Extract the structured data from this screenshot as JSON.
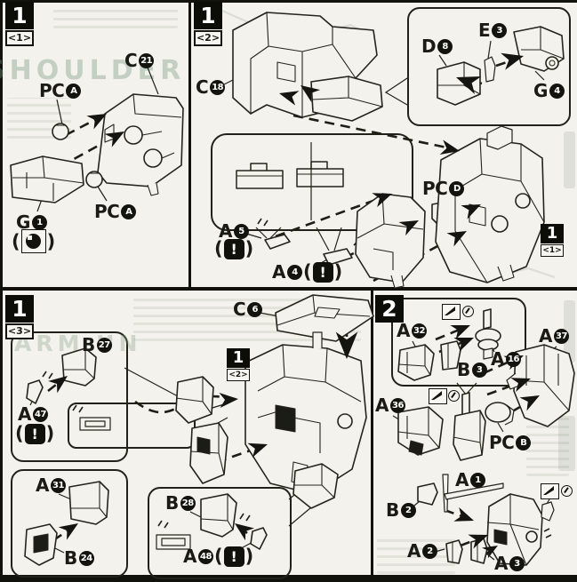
{
  "doc": {
    "type": "model-kit assembly instructions"
  },
  "icons": {
    "warning": "!",
    "cutter": "hobby-knife",
    "gate_mark": "circled-mark",
    "ball": "polycap-ball"
  },
  "panels": {
    "step1_1": {
      "header": {
        "num": "1",
        "sub": "<1>"
      },
      "labels": {
        "pca_top": {
          "letter": "PC",
          "num": "A"
        },
        "c21": {
          "letter": "C",
          "num": "21"
        },
        "pca_bottom": {
          "letter": "PC",
          "num": "A"
        },
        "g1": {
          "letter": "G",
          "num": "1"
        }
      }
    },
    "step1_2": {
      "header": {
        "num": "1",
        "sub": "<2>"
      },
      "ref": {
        "num": "1",
        "sub": "<1>"
      },
      "labels": {
        "c18": {
          "letter": "C",
          "num": "18"
        },
        "d8": {
          "letter": "D",
          "num": "8"
        },
        "e3": {
          "letter": "E",
          "num": "3"
        },
        "g4": {
          "letter": "G",
          "num": "4"
        },
        "pcd": {
          "letter": "PC",
          "num": "D"
        },
        "a5": {
          "letter": "A",
          "num": "5"
        },
        "a4": {
          "letter": "A",
          "num": "4"
        }
      }
    },
    "step1_3": {
      "header": {
        "num": "1",
        "sub": "<3>"
      },
      "ref": {
        "num": "1",
        "sub": "<2>"
      },
      "labels": {
        "b27": {
          "letter": "B",
          "num": "27"
        },
        "a47": {
          "letter": "A",
          "num": "47"
        },
        "c6": {
          "letter": "C",
          "num": "6"
        },
        "a31": {
          "letter": "A",
          "num": "31"
        },
        "b24": {
          "letter": "B",
          "num": "24"
        },
        "b28": {
          "letter": "B",
          "num": "28"
        },
        "a48": {
          "letter": "A",
          "num": "48"
        }
      }
    },
    "step2": {
      "header": {
        "num": "2"
      },
      "labels": {
        "a32": {
          "letter": "A",
          "num": "32"
        },
        "a16": {
          "letter": "A",
          "num": "16"
        },
        "b3": {
          "letter": "B",
          "num": "3"
        },
        "a36": {
          "letter": "A",
          "num": "36"
        },
        "a37": {
          "letter": "A",
          "num": "37"
        },
        "pcb": {
          "letter": "PC",
          "num": "B"
        },
        "a1": {
          "letter": "A",
          "num": "1"
        },
        "b2": {
          "letter": "B",
          "num": "2"
        },
        "a2": {
          "letter": "A",
          "num": "2"
        },
        "a3": {
          "letter": "A",
          "num": "3"
        }
      }
    }
  },
  "watermarks": {
    "top_left": "SHOULDER",
    "bottom_left": "ARM UN"
  }
}
